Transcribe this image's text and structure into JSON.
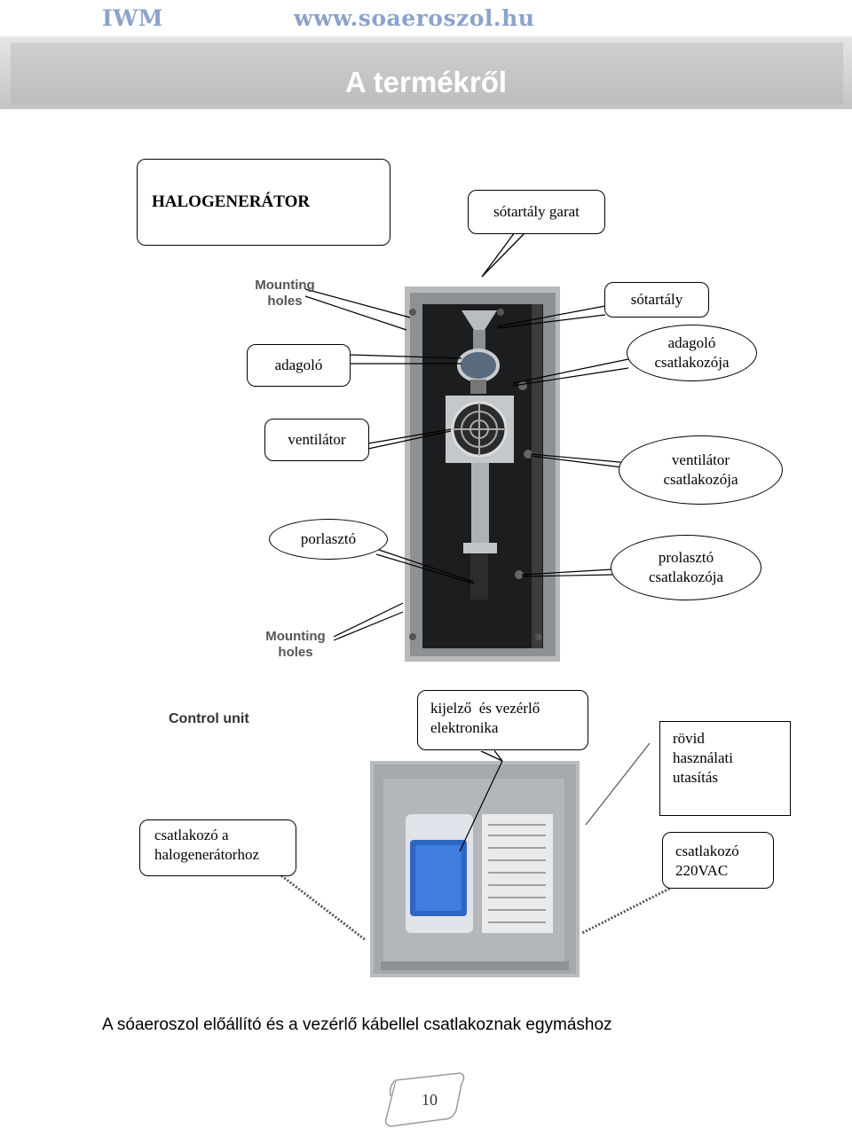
{
  "header": {
    "left": "IWM",
    "right": "www.soaeroszol.hu"
  },
  "banner": {
    "title": "A termékről"
  },
  "diagram": {
    "title": "HALOGENERÁTOR",
    "labels": {
      "hopper_funnel": "sótartály garat",
      "hopper": "sótartály",
      "dispenser": "adagoló",
      "dispenser_connector": [
        "adagoló",
        "csatlakozója"
      ],
      "fan": "ventilátor",
      "fan_connector": [
        "ventilátor",
        "csatlakozója"
      ],
      "atomizer": "porlasztó",
      "atomizer_connector": [
        "prolasztó",
        "csatlakozója"
      ],
      "display": [
        "kijelző  és vezérlő",
        "elektronika"
      ],
      "manual": [
        "rövid",
        "használati",
        "utasítás"
      ],
      "connector_halo": [
        "csatlakozó a",
        "halogenerátorhoz"
      ],
      "connector_220": [
        "csatlakozó",
        "220VAC"
      ]
    },
    "photo_labels": {
      "mounting_holes_top": [
        "Mounting",
        "holes"
      ],
      "mounting_holes_bottom": [
        "Mounting",
        "holes"
      ],
      "control_unit": "Control unit"
    }
  },
  "caption": "A sóaeroszol előállító és a vezérlő kábellel csatlakoznak egymáshoz",
  "page_number": "10"
}
